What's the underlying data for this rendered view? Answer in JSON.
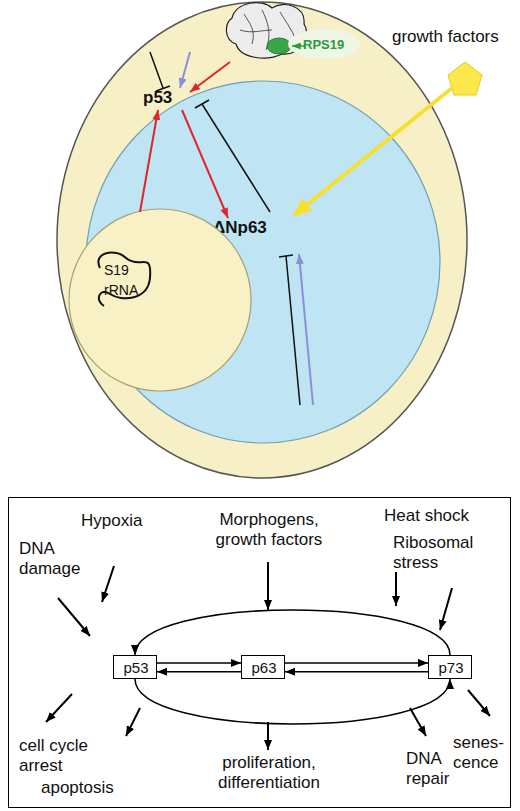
{
  "diagram": {
    "nodes": [
      {
        "text": [
          "p53",
          "ΔNp63"
        ]
      },
      {
        "text": [
          "S19 rRNA"
        ],
        "in": 0
      },
      {
        "text": [
          "Hypoxia",
          "DNA damage",
          "Morphogens, growth factors",
          "Heat shock",
          "Ribosomal stress",
          "cell cycle arrest",
          "apoptosis",
          "proliferation, differentiation",
          "DNA repair",
          "senes- cence"
        ]
      },
      {
        "text": [
          "p53"
        ],
        "in": 2
      },
      {
        "text": [
          "p63"
        ],
        "in": 2
      },
      {
        "text": [
          "p73"
        ],
        "in": 2
      }
    ],
    "edges": [
      {
        "from": 3,
        "to": 4,
        "arrow": "to"
      },
      {
        "from": 4,
        "to": 3,
        "arrow": "to"
      },
      {
        "from": 4,
        "to": 5,
        "arrow": "to"
      },
      {
        "from": 5,
        "to": 4,
        "arrow": "to"
      },
      {
        "from": 5,
        "to": 3,
        "arrow": "to"
      },
      {
        "from": 3,
        "to": 5,
        "arrow": "to"
      }
    ],
    "labels": [
      "RPS19",
      "growth factors"
    ]
  }
}
